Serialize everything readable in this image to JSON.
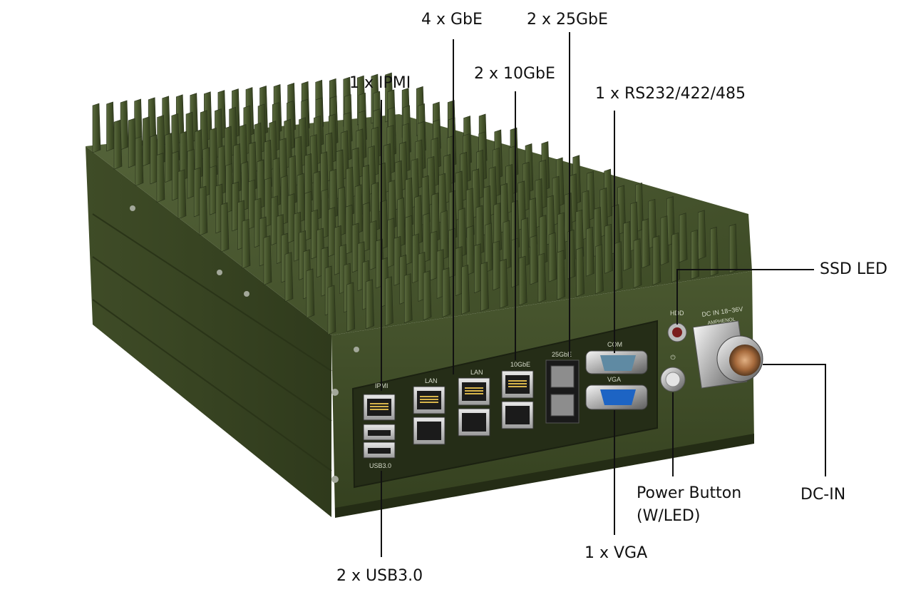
{
  "callouts": {
    "ipmi": "1 x IPMI",
    "gbe": "4 x GbE",
    "tengbe": "2 x 10GbE",
    "twentyfivegbe": "2 x 25GbE",
    "rs232": "1 x RS232/422/485",
    "ssd_led": "SSD LED",
    "power_button_line1": "Power Button",
    "power_button_line2": "(W/LED)",
    "dc_in": "DC-IN",
    "vga": "1 x VGA",
    "usb": "2 x USB3.0"
  },
  "panel_labels": {
    "ipmi": "IPMI",
    "lan1": "LAN",
    "lan2": "LAN",
    "tengbe": "10GbE",
    "twentyfivegbe": "25GbE",
    "com": "COM",
    "vga": "VGA",
    "usb": "USB3.0",
    "hdd": "HDD",
    "dc_in": "DC IN 18~36V",
    "amphenol": "AMPHENOL"
  },
  "colors": {
    "chassis": "#3d4a26",
    "chassis_dark": "#2a331a",
    "chassis_light": "#55633a",
    "panel": "#2e3620",
    "leader_line": "#111111"
  }
}
